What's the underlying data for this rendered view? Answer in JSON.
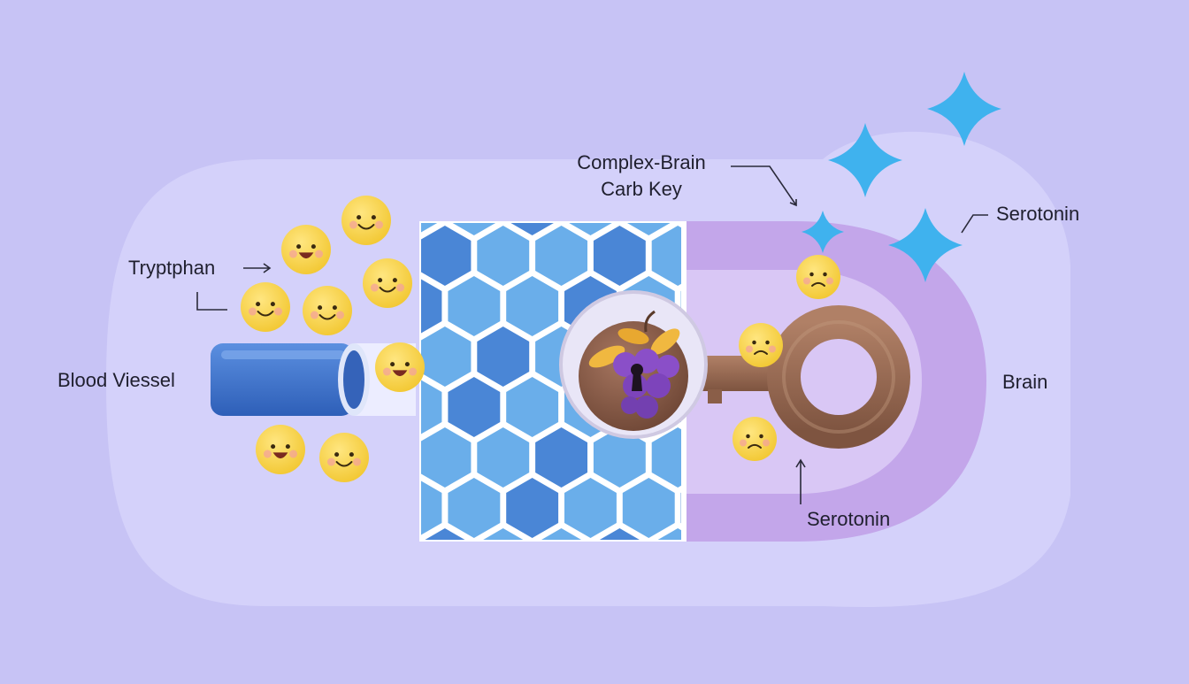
{
  "labels": {
    "blood_vessel": "Blood Viessel",
    "tryptophan": "Tryptphan",
    "complex_line1": "Complex-Brain",
    "complex_line2": "Carb Key",
    "serotonin_top": "Serotonin",
    "serotonin_bottom": "Serotonin",
    "brain": "Brain"
  },
  "colors": {
    "background": "#c7c3f5",
    "capsule": "#d6d4fa",
    "vessel": "#3f74cf",
    "barrier_light": "#6aaeea",
    "barrier_dark": "#4a86d6",
    "brain_region": "#c3a6ea",
    "brain_inner": "#d9c7f5",
    "key": "#9a6b52",
    "sparkle": "#3fb2ee",
    "happy_face": "#f6d54a",
    "grape": "#8a4fc8"
  },
  "icons": {
    "blood_vessel": "tube-icon",
    "barrier": "hexagon-grid-icon",
    "lock": "keyhole-lock-icon",
    "key": "key-icon",
    "sparkle": "sparkle-icon",
    "molecule": "smiley-face-icon"
  }
}
